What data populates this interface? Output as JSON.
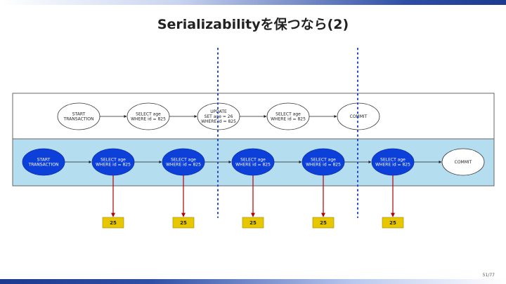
{
  "slide": {
    "title": "Serializabilityを保つなら(2)",
    "page_number": "51/77"
  },
  "diagram": {
    "top_row": [
      {
        "lines": [
          "START",
          "TRANSACTION"
        ]
      },
      {
        "lines": [
          "SELECT age",
          "WHERE id = 825"
        ]
      },
      {
        "lines": [
          "UPDATE",
          "SET age = 26",
          "WHERE id = 825"
        ]
      },
      {
        "lines": [
          "SELECT age",
          "WHERE id = 825"
        ]
      },
      {
        "lines": [
          "COMMIT"
        ]
      }
    ],
    "bottom_row": [
      {
        "lines": [
          "START",
          "TRANSACTION"
        ],
        "filled": true
      },
      {
        "lines": [
          "SELECT age",
          "WHERE id = 825"
        ],
        "filled": true,
        "result": "25"
      },
      {
        "lines": [
          "SELECT age",
          "WHERE id = 825"
        ],
        "filled": true,
        "result": "25"
      },
      {
        "lines": [
          "SELECT age",
          "WHERE id = 825"
        ],
        "filled": true,
        "result": "25"
      },
      {
        "lines": [
          "SELECT age",
          "WHERE id = 825"
        ],
        "filled": true,
        "result": "25"
      },
      {
        "lines": [
          "SELECT age",
          "WHERE id = 825"
        ],
        "filled": true,
        "result": "25"
      },
      {
        "lines": [
          "COMMIT"
        ],
        "filled": false
      }
    ],
    "colors": {
      "filled_node": "#0d3fd9",
      "lane_bottom": "#b4ddf0",
      "result_box": "#e6c700",
      "result_arrow": "#b00000",
      "divider": "#2246c8"
    }
  }
}
